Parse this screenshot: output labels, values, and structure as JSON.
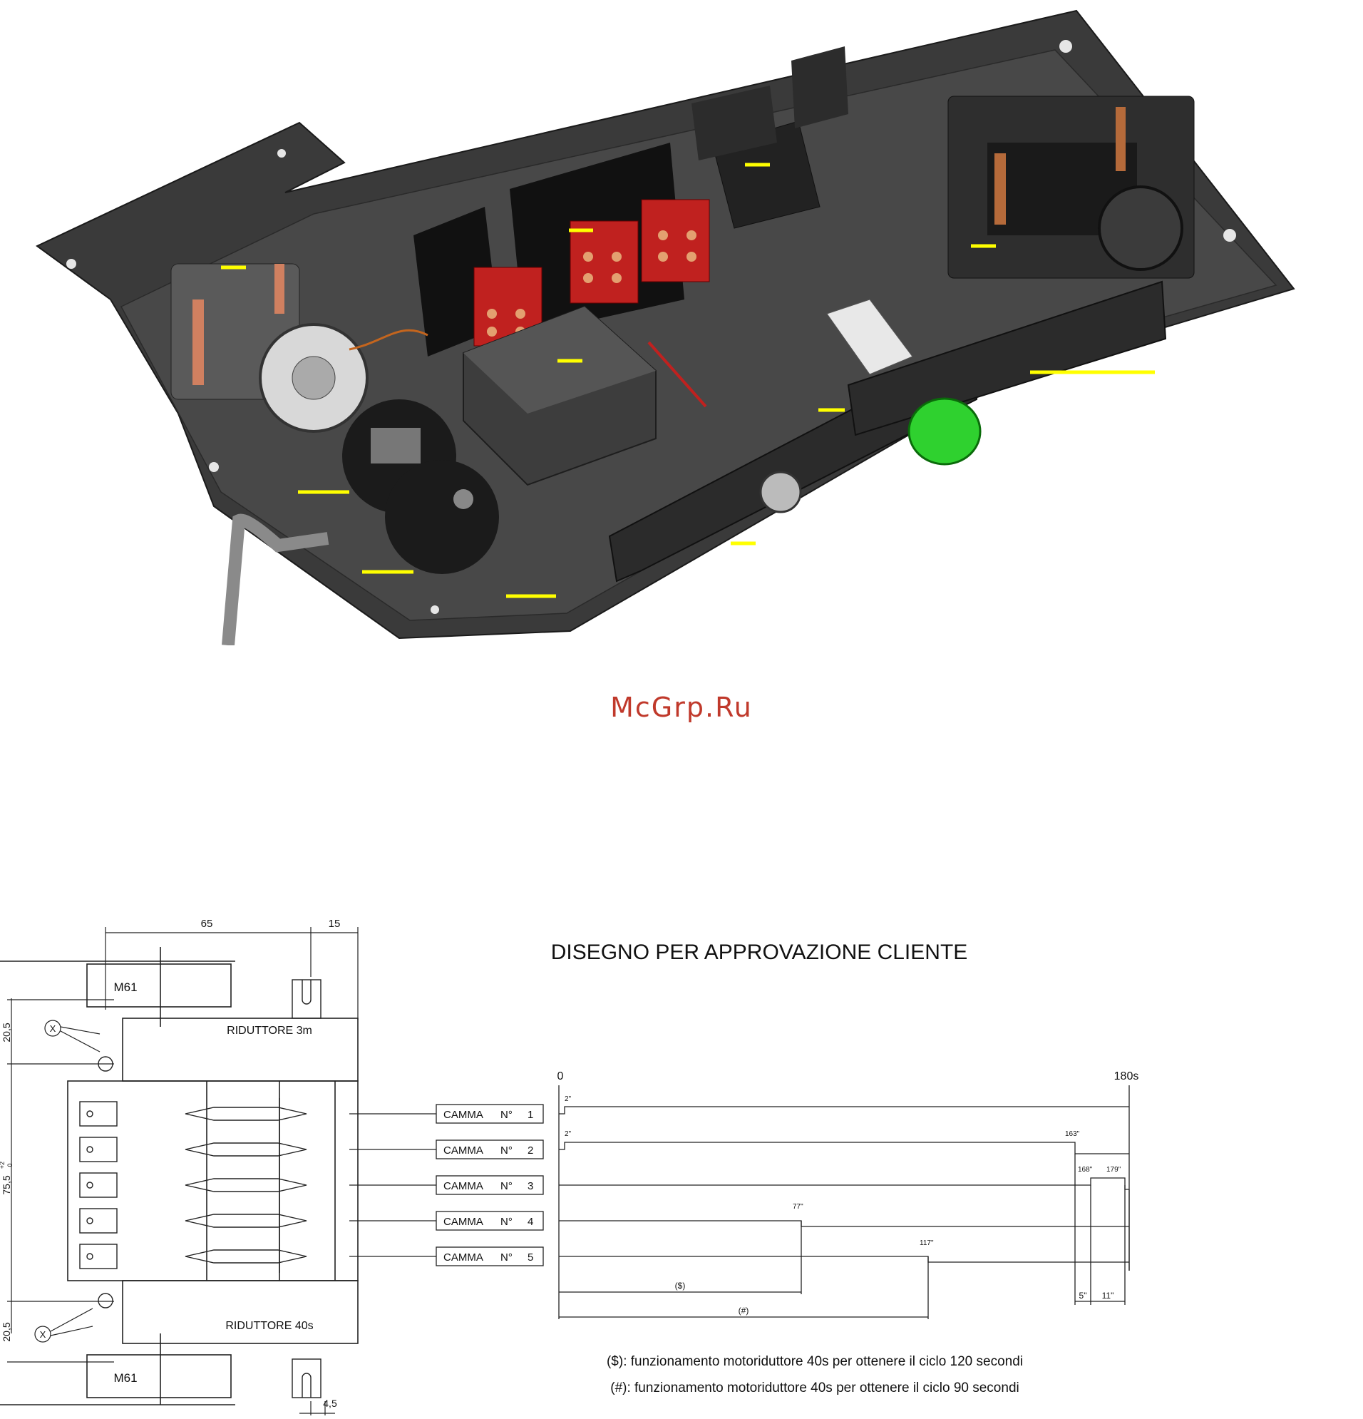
{
  "watermark": "McGrp.Ru",
  "drawing": {
    "title": "DISEGNO PER APPROVAZIONE CLIENTE",
    "dimensions": {
      "top_width": "65",
      "top_offset": "15",
      "left_upper": "20,5",
      "left_mid": "75,5",
      "left_mid_sup": "+2",
      "left_mid_sub": "0",
      "left_lower": "20,5",
      "bottom_offset": "4,5"
    },
    "labels": {
      "motor_top": "M61",
      "motor_bottom": "M61",
      "reducer_top": "RIDUTTORE 3m",
      "reducer_bottom": "RIDUTTORE 40s",
      "mark_x_1": "X",
      "mark_x_2": "X"
    },
    "timeline": {
      "start": "0",
      "end": "180s",
      "cams": [
        {
          "label": "CAMMA",
          "n": "N°",
          "num": "1"
        },
        {
          "label": "CAMMA",
          "n": "N°",
          "num": "2"
        },
        {
          "label": "CAMMA",
          "n": "N°",
          "num": "3"
        },
        {
          "label": "CAMMA",
          "n": "N°",
          "num": "4"
        },
        {
          "label": "CAMMA",
          "n": "N°",
          "num": "5"
        }
      ],
      "marks": {
        "c1_on": "2\"",
        "c2_on": "2\"",
        "c2_off": "163\"",
        "c3_a": "168\"",
        "c3_b": "179\"",
        "c4": "77\"",
        "c5": "117\""
      },
      "spans": {
        "dollar": "($)",
        "hash": "(#)",
        "five": "5\"",
        "eleven": "11\""
      }
    },
    "notes": [
      "($): funzionamento motoriduttore 40s per ottenere il ciclo 120 secondi",
      "(#): funzionamento motoriduttore 40s per ottenere il ciclo 90 secondi"
    ]
  },
  "colors": {
    "board": "#3b3b3b",
    "connector_red": "#c0211f",
    "knob_green": "#2fd12f",
    "marker_yellow": "#ffff00",
    "watermark": "#c0392b"
  }
}
